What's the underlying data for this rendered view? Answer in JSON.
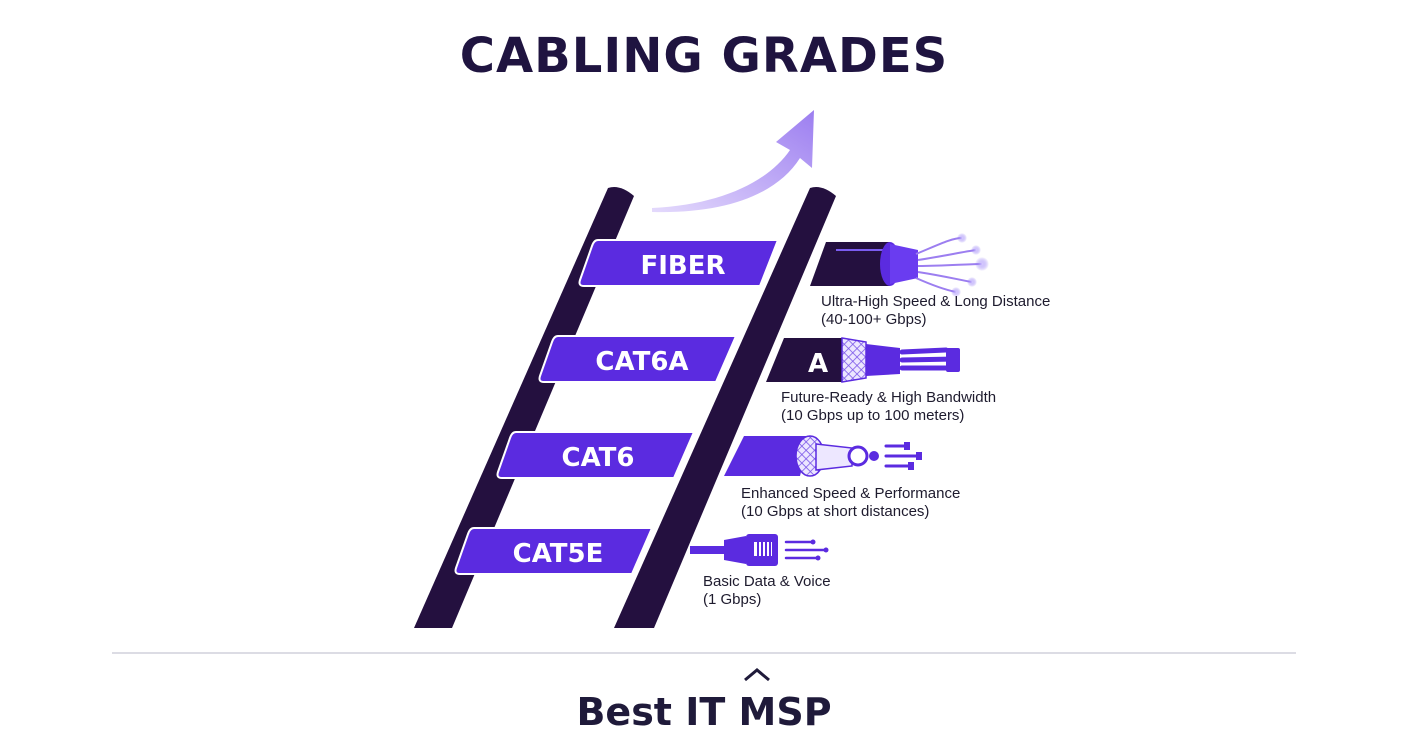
{
  "title": "CABLING GRADES",
  "grades": [
    {
      "label": "FIBER",
      "desc_line1": "Ultra-High Speed & Long Distance",
      "desc_line2": "(40-100+ Gbps)"
    },
    {
      "label": "CAT6A",
      "badge": "A",
      "desc_line1": "Future-Ready & High Bandwidth",
      "desc_line2": "(10 Gbps up to 100 meters)"
    },
    {
      "label": "CAT6",
      "desc_line1": "Enhanced Speed & Performance",
      "desc_line2": "(10 Gbps at short distances)"
    },
    {
      "label": "CAT5E",
      "desc_line1": "Basic Data & Voice",
      "desc_line2": "(1 Gbps)"
    }
  ],
  "brand": {
    "prefix": "Best IT ",
    "m": "M",
    "suffix": "SP"
  },
  "colors": {
    "accent": "#5b2be0",
    "dark": "#24103f",
    "arrow": "#b7a0f5",
    "text": "#1f1440"
  }
}
